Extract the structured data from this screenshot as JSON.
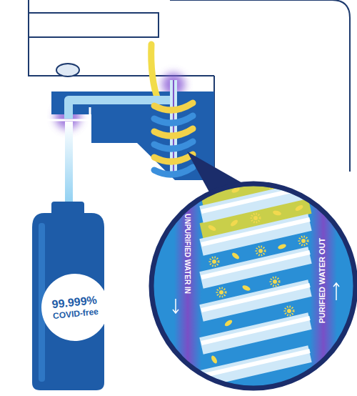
{
  "diagram": {
    "nodes": [
      {
        "text": [
          "99.999%",
          "COVID-free"
        ]
      }
    ],
    "labels": [
      "UNPURIFIED WATER IN",
      "PURIFIED WATER OUT"
    ]
  }
}
